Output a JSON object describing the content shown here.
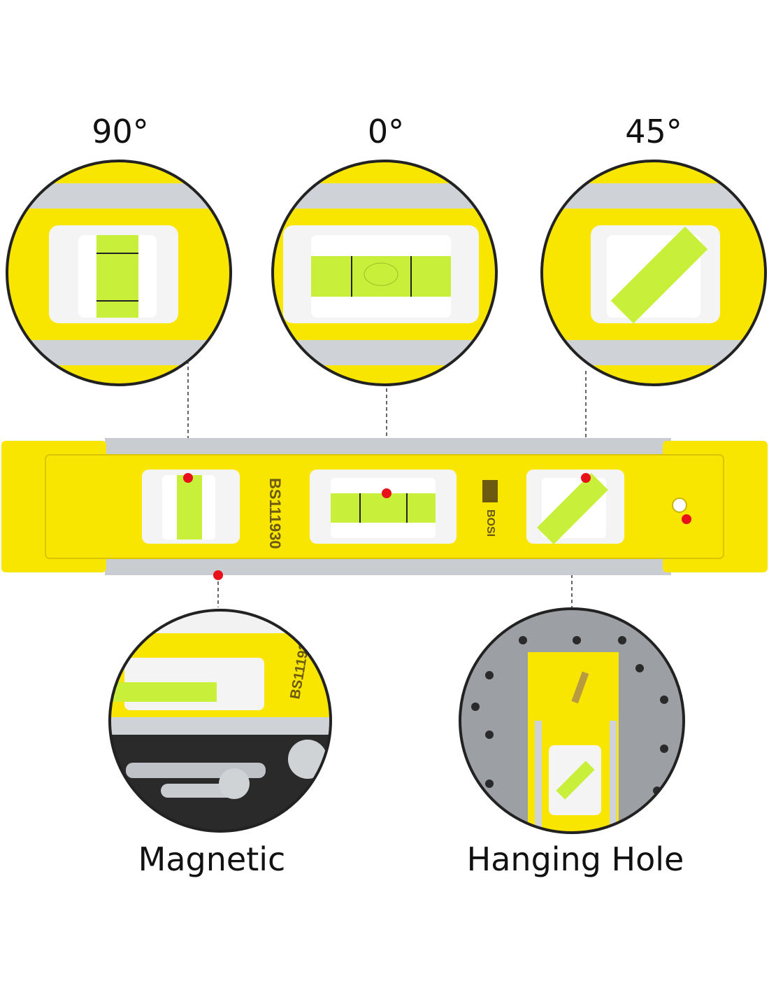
{
  "angles": {
    "left": "90°",
    "middle": "0°",
    "right": "45°"
  },
  "features": {
    "magnetic": "Magnetic",
    "hanging": "Hanging Hole"
  },
  "product": {
    "model": "BS111930",
    "brand": "BOSI"
  },
  "colors": {
    "body": "#f8e500",
    "vial": "#c8f03a",
    "marker": "#e8101a",
    "rail": "#c9ccd0"
  }
}
